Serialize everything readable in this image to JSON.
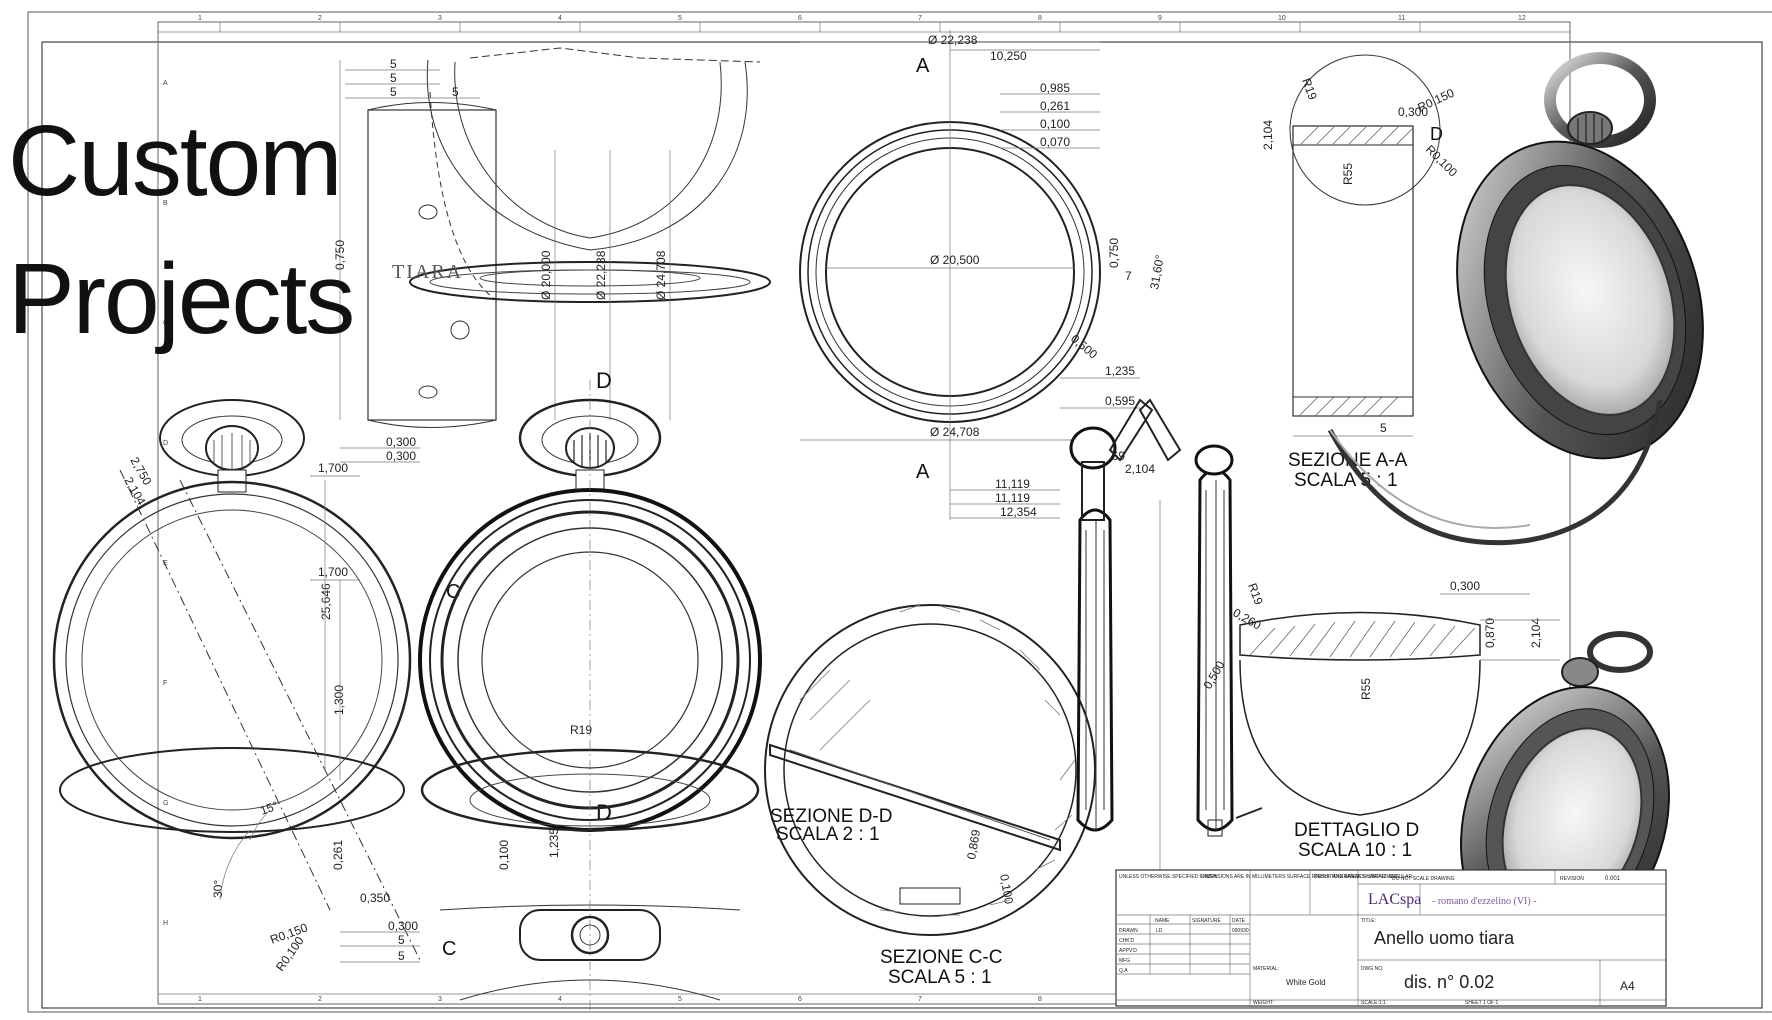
{
  "title": {
    "line1": "Custom",
    "line2": "Projects"
  },
  "engraving": "TIARA",
  "sections": {
    "section_aa": [
      "SEZIONE A-A",
      "SCALA 5 : 1"
    ],
    "detail_d": [
      "DETTAGLIO D",
      "SCALA 10 : 1"
    ],
    "section_cc": [
      "SEZIONE C-C",
      "SCALA 5 : 1"
    ],
    "section_dd": [
      "SEZIONE D-D",
      "SCALA 2 : 1"
    ]
  },
  "markers": {
    "a": "A",
    "c": "C",
    "d": "D"
  },
  "dimensions": {
    "top": [
      "5",
      "5",
      "5",
      "5",
      "Ø 22,238",
      "10,250",
      "0,985",
      "0,261",
      "0,100",
      "0,070"
    ],
    "front": [
      "Ø 20,500",
      "Ø 24,708",
      "0,750",
      "7",
      "31,60°",
      "0,500",
      "1,235",
      "0,595",
      "0,869",
      "2,104",
      "11,119",
      "11,119",
      "12,354"
    ],
    "side": [
      "0,750",
      "Ø 20,000",
      "Ø 22,238",
      "Ø 24,708"
    ],
    "left": [
      "0,300",
      "0,300",
      "1,700",
      "1,700",
      "25,646",
      "1,300",
      "R19",
      "15°",
      "30°",
      "R0,150",
      "R0,100",
      "0,261",
      "0,100",
      "1,235",
      "0,300",
      "5",
      "5",
      "0,350",
      "2,104",
      "2,750"
    ],
    "aa": [
      "0,300",
      "R0,150",
      "R0,100",
      "2,104",
      "R55",
      "R19",
      "5"
    ],
    "detail": [
      "0,300",
      "0,870",
      "2,104",
      "R55",
      "R19",
      "0,260",
      "0,500"
    ],
    "misc": [
      "0,869",
      "0,100"
    ]
  },
  "grid": {
    "columns": [
      "1",
      "2",
      "3",
      "4",
      "5",
      "6",
      "7",
      "8",
      "9",
      "10",
      "11",
      "12"
    ],
    "rows": [
      "A",
      "B",
      "C",
      "D",
      "E",
      "F",
      "G",
      "H"
    ]
  },
  "title_block": {
    "notes": "UNLESS OTHERWISE SPECIFIED: DIMENSIONS ARE IN MILLIMETERS SURFACE FINISH: TOLERANCES: LINEAR: ANGULAR:",
    "finish": "FINISH:",
    "deburr": "DEBUR AND BREAK SHARP EDGES",
    "do_not_scale": "DO NOT SCALE DRAWING",
    "revision": "REVISION",
    "revision_value": "0.001",
    "name": "NAME",
    "signature": "SIGNATURE",
    "date": "DATE",
    "drawn": "DRAWN",
    "drawn_by": "LD",
    "drawn_date": "090930",
    "chkd": "CHK'D",
    "appvd": "APPV'D",
    "mfg": "MFG",
    "qa": "Q.A",
    "material_label": "MATERIAL:",
    "material": "White Gold",
    "weight": "WEIGHT:",
    "title_label": "TITLE:",
    "company": "LACspa",
    "company_sub": "- romano d'ezzelino (VI) -",
    "drawing_title": "Anello uomo tiara",
    "dwg_no_label": "DWG NO.",
    "dwg_no": "dis. n° 0.02",
    "scale": "SCALE:1:1",
    "sheet": "SHEET 1 OF 1",
    "a4": "A4"
  }
}
